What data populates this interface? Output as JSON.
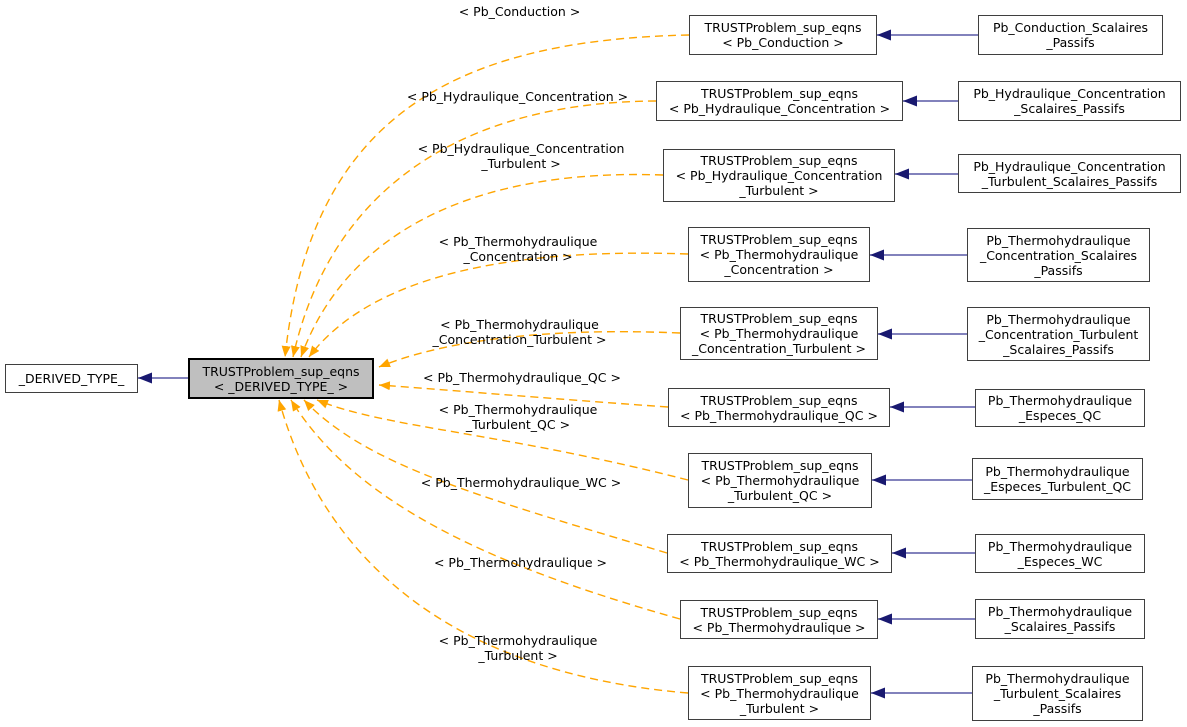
{
  "diagram": {
    "title": "TRUSTProblem_sup_eqns template instantiation graph",
    "colors": {
      "template_relation_edge": "#ffa500",
      "inheritance_edge_line": "#5959a6",
      "inheritance_arrowhead": "#191970",
      "current_node_fill": "#bfbfbf",
      "node_border": "#3f3f3f",
      "node_fill": "#ffffff"
    },
    "base_box": "_DERIVED_TYPE_",
    "current_box": "TRUSTProblem_sup_eqns\n< _DERIVED_TYPE_ >",
    "rows": [
      {
        "edge_label": "< Pb_Conduction >",
        "template_instance": "TRUSTProblem_sup_eqns\n< Pb_Conduction >",
        "derived_class": "Pb_Conduction_Scalaires\n_Passifs"
      },
      {
        "edge_label": "< Pb_Hydraulique_Concentration >",
        "template_instance": "TRUSTProblem_sup_eqns\n< Pb_Hydraulique_Concentration >",
        "derived_class": "Pb_Hydraulique_Concentration\n_Scalaires_Passifs"
      },
      {
        "edge_label": "< Pb_Hydraulique_Concentration\n_Turbulent >",
        "template_instance": "TRUSTProblem_sup_eqns\n< Pb_Hydraulique_Concentration\n_Turbulent >",
        "derived_class": "Pb_Hydraulique_Concentration\n_Turbulent_Scalaires_Passifs"
      },
      {
        "edge_label": "< Pb_Thermohydraulique\n_Concentration >",
        "template_instance": "TRUSTProblem_sup_eqns\n< Pb_Thermohydraulique\n_Concentration >",
        "derived_class": "Pb_Thermohydraulique\n_Concentration_Scalaires\n_Passifs"
      },
      {
        "edge_label": "< Pb_Thermohydraulique\n_Concentration_Turbulent >",
        "template_instance": "TRUSTProblem_sup_eqns\n< Pb_Thermohydraulique\n_Concentration_Turbulent >",
        "derived_class": "Pb_Thermohydraulique\n_Concentration_Turbulent\n_Scalaires_Passifs"
      },
      {
        "edge_label": "< Pb_Thermohydraulique_QC >",
        "template_instance": "TRUSTProblem_sup_eqns\n< Pb_Thermohydraulique_QC >",
        "derived_class": "Pb_Thermohydraulique\n_Especes_QC"
      },
      {
        "edge_label": "< Pb_Thermohydraulique\n_Turbulent_QC >",
        "template_instance": "TRUSTProblem_sup_eqns\n< Pb_Thermohydraulique\n_Turbulent_QC >",
        "derived_class": "Pb_Thermohydraulique\n_Especes_Turbulent_QC"
      },
      {
        "edge_label": "< Pb_Thermohydraulique_WC >",
        "template_instance": "TRUSTProblem_sup_eqns\n< Pb_Thermohydraulique_WC >",
        "derived_class": "Pb_Thermohydraulique\n_Especes_WC"
      },
      {
        "edge_label": "< Pb_Thermohydraulique >",
        "template_instance": "TRUSTProblem_sup_eqns\n< Pb_Thermohydraulique >",
        "derived_class": "Pb_Thermohydraulique\n_Scalaires_Passifs"
      },
      {
        "edge_label": "< Pb_Thermohydraulique\n_Turbulent >",
        "template_instance": "TRUSTProblem_sup_eqns\n< Pb_Thermohydraulique\n_Turbulent >",
        "derived_class": "Pb_Thermohydraulique\n_Turbulent_Scalaires\n_Passifs"
      }
    ]
  }
}
